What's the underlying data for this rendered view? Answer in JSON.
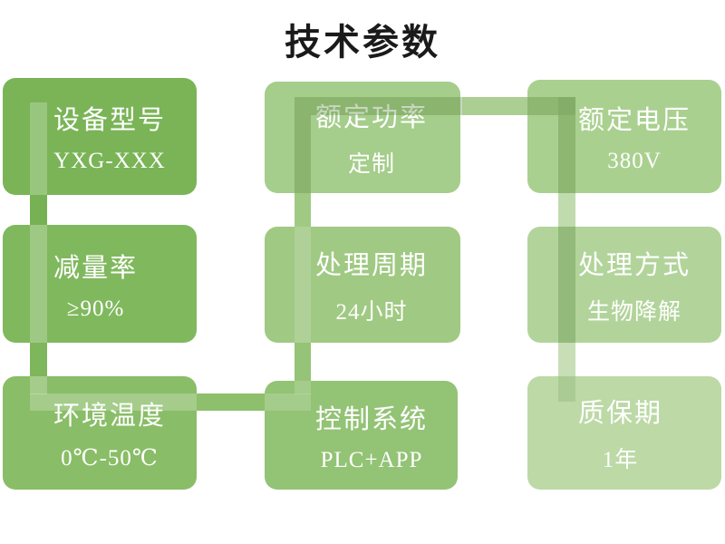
{
  "title": "技术参数",
  "palette": {
    "background": "#ffffff",
    "title_color": "#1a1a1a",
    "box_text_color": "#ffffff"
  },
  "grid": {
    "boxes": [
      {
        "id": "device-model",
        "label": "设备型号",
        "value": "YXG-XXX",
        "color": "#7ab457"
      },
      {
        "id": "rated-power",
        "label": "额定功率",
        "value": "定制",
        "color": "#a5cd8b"
      },
      {
        "id": "rated-voltage",
        "label": "额定电压",
        "value": "380V",
        "color": "#aad090"
      },
      {
        "id": "reduction-rate",
        "label": "减量率",
        "value": "≥90%",
        "color": "#80b85e"
      },
      {
        "id": "treatment-cycle",
        "label": "处理周期",
        "value": "24小时",
        "color": "#a0c983"
      },
      {
        "id": "treatment-method",
        "label": "处理方式",
        "value": "生物降解",
        "color": "#b2d49b"
      },
      {
        "id": "ambient-temperature",
        "label": "环境温度",
        "value": "0℃-50℃",
        "color": "#89bd67"
      },
      {
        "id": "control-system",
        "label": "控制系统",
        "value": "PLC+APP",
        "color": "#93c375"
      },
      {
        "id": "warranty-period",
        "label": "质保期",
        "value": "1年",
        "color": "#bcd9a6"
      }
    ]
  },
  "connector": {
    "segments": [
      {
        "id": "col1-gap-row1-row2",
        "color": "#76b254"
      },
      {
        "id": "col1-gap-row2-row3",
        "color": "#7eb65c"
      },
      {
        "id": "row3-band-col1-col2",
        "color": "#8dbf6c"
      },
      {
        "id": "mid-strip-gap-row2-row3",
        "color": "#95c377"
      },
      {
        "id": "mid-strip-gap-row1-row2",
        "color": "#a0ca84"
      },
      {
        "id": "top-band-col2-col3",
        "color": "#abce93"
      },
      {
        "id": "col3-gap-row1-row2",
        "color": "#c0dbae"
      },
      {
        "id": "col3-gap-row2-row3",
        "color": "#c7deb6"
      }
    ]
  }
}
